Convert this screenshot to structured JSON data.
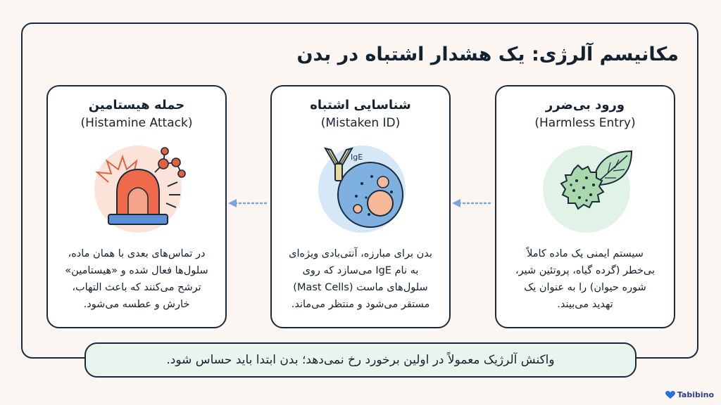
{
  "title": "مکانیسم آلرژی: یک هشدار اشتباه در بدن",
  "cards": [
    {
      "title": "ورود بی‌ضرر",
      "subtitle": "(Harmless Entry)",
      "lines": [
        "سیستم ایمنی یک ماده کاملاً",
        "بی‌خطر (گرده گیاه، پروتئین شیر،",
        "شوره حیوان) را به عنوان یک",
        "تهدید می‌بیند."
      ],
      "icon": "pollen-leaf-icon"
    },
    {
      "title": "شناسایی اشتباه",
      "subtitle": "(Mistaken ID)",
      "lines": [
        "بدن برای مبارزه، آنتی‌بادی ویژه‌ای",
        "به نام IgE می‌سازد که روی",
        "سلول‌های ماست (Mast Cells)",
        "مستقر می‌شود و منتظر می‌ماند."
      ],
      "icon": "antibody-mast-cell-icon",
      "icon_label": "IgE"
    },
    {
      "title": "حمله هیستامین",
      "subtitle": "(Histamine Attack)",
      "lines": [
        "در تماس‌های بعدی با همان ماده،",
        "سلول‌ها فعال شده و «هیستامین»",
        "ترشح می‌کنند که باعث التهاب،",
        "خارش و عطسه می‌شود."
      ],
      "icon": "alarm-siren-icon"
    }
  ],
  "footer": "واکنش آلرژیک معمولاً در اولین برخورد رخ نمی‌دهد؛ بدن ابتدا باید حساس شود.",
  "logo": "Tabibino",
  "colors": {
    "frame": "#1b2a3a",
    "background": "#fbf6f1",
    "banner": "#e8f5ee",
    "arrow": "#7aa4dc",
    "green_circle": "#e1f3e6",
    "blue_circle": "#d6e8f8",
    "red_circle": "#fbe3da"
  }
}
